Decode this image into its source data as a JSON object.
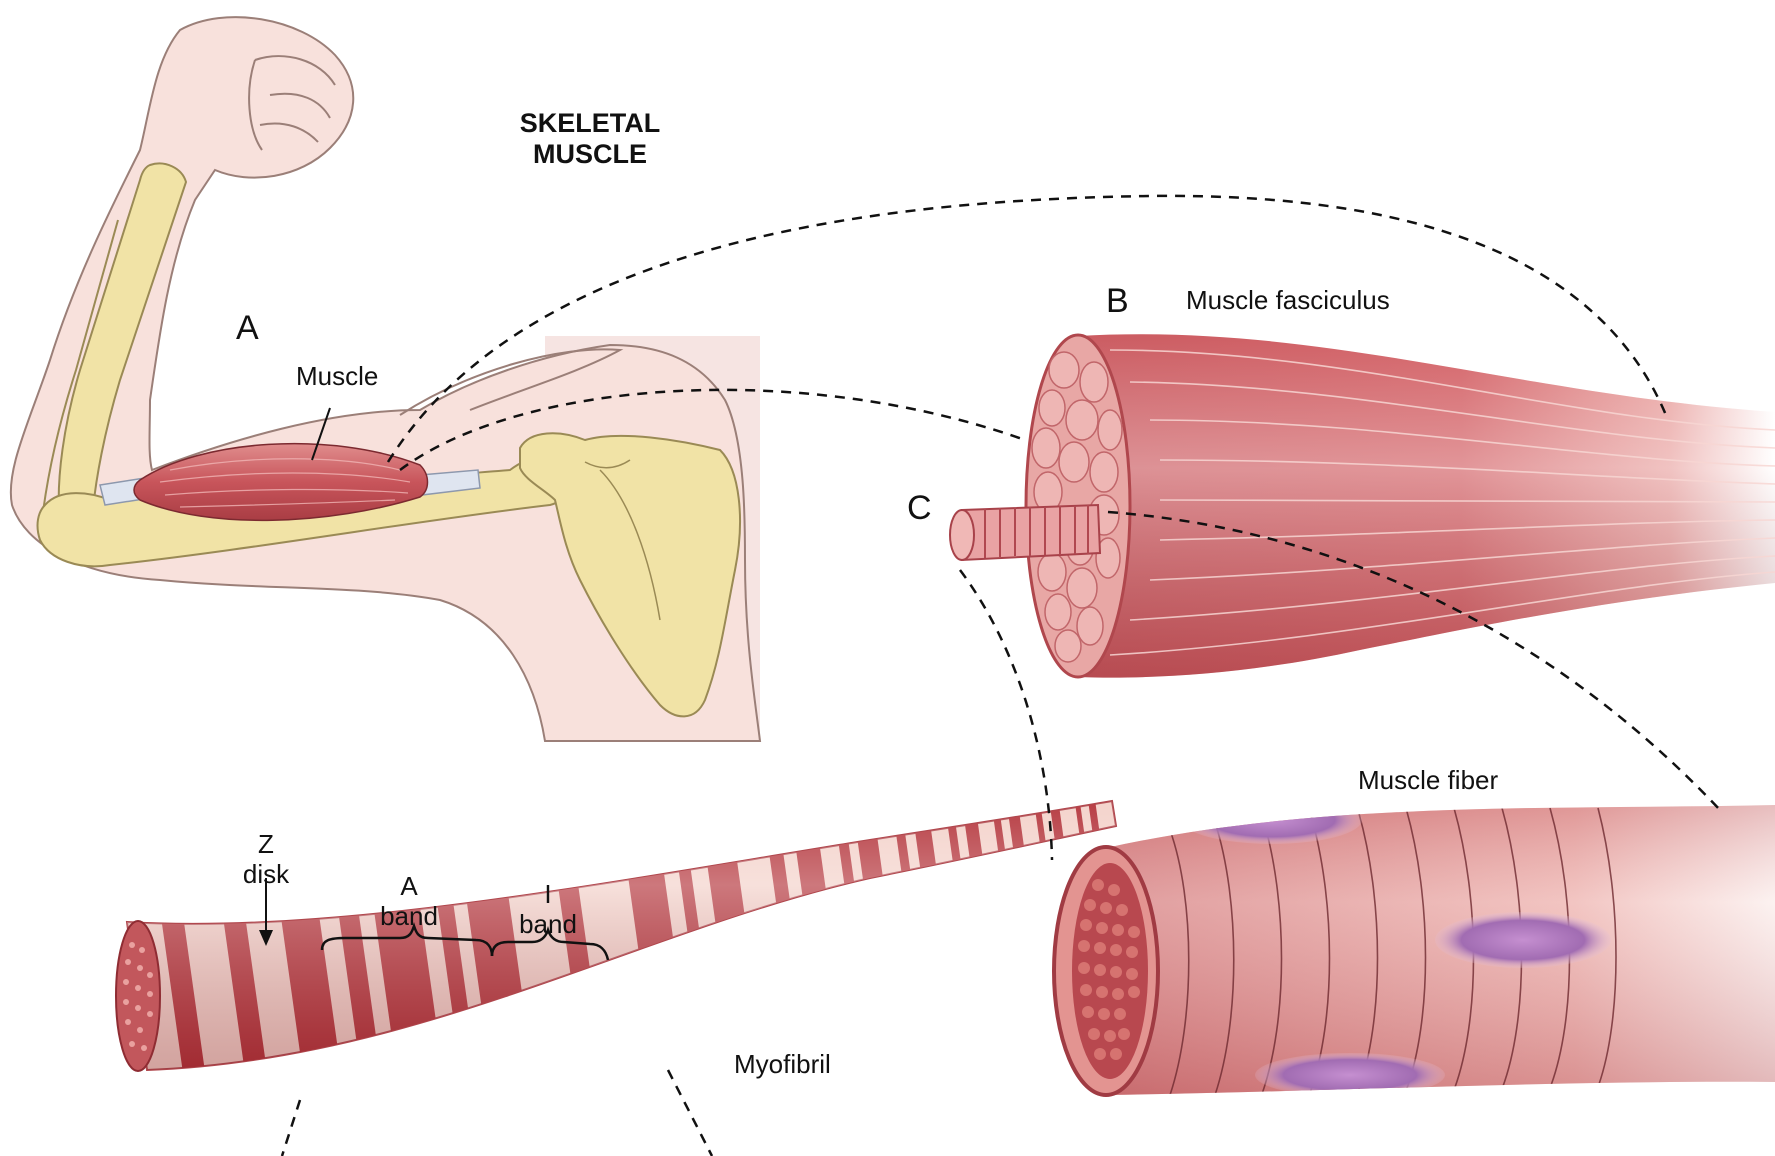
{
  "title_line1": "SKELETAL",
  "title_line2": "MUSCLE",
  "panels": {
    "a": {
      "letter": "A",
      "label": "Muscle"
    },
    "b": {
      "letter": "B",
      "label": "Muscle fasciculus"
    },
    "c": {
      "letter": "C",
      "label": "Muscle fiber"
    }
  },
  "myofibril": {
    "label": "Myofibril",
    "z_disk_line1": "Z",
    "z_disk_line2": "disk",
    "a_band_line1": "A",
    "a_band_line2": "band",
    "i_band_line1": "I",
    "i_band_line2": "band"
  },
  "colors": {
    "skin": "#f8e1dc",
    "skin_outline": "#9b7f78",
    "bone": "#f1e3a6",
    "bone_outline": "#9a8a55",
    "muscle": "#c9565c",
    "muscle_light": "#f3c7c2",
    "muscle_dark": "#a8323a",
    "nucleus": "#b27cc0",
    "shade_bg": "#f6e4e2"
  }
}
